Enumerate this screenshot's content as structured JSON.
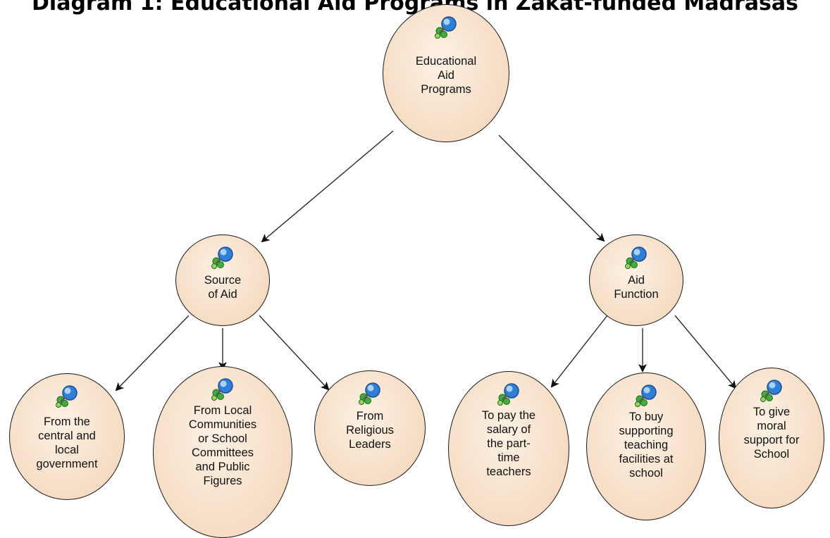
{
  "title": "Diagram 1: Educational Aid Programs in Zakat-funded Madrasas",
  "nodes": {
    "root": {
      "label": "Educational\nAid\nPrograms",
      "icon": "concept-icon"
    },
    "source": {
      "label": "Source\nof Aid",
      "icon": "concept-icon"
    },
    "function": {
      "label": "Aid\nFunction",
      "icon": "concept-icon"
    },
    "government": {
      "label": "From the\ncentral and\nlocal\ngovernment",
      "icon": "concept-icon"
    },
    "communities": {
      "label": "From Local\nCommunities\nor School\nCommittees\nand Public\nFigures",
      "icon": "concept-icon"
    },
    "religious": {
      "label": "From\nReligious\nLeaders",
      "icon": "concept-icon"
    },
    "salary": {
      "label": "To pay the\nsalary of\nthe part-\ntime\nteachers",
      "icon": "concept-icon"
    },
    "facilities": {
      "label": "To buy\nsupporting\nteaching\nfacilities at\nschool",
      "icon": "concept-icon"
    },
    "moral": {
      "label": "To give\nmoral\nsupport for\nSchool",
      "icon": "concept-icon"
    }
  },
  "edges": [
    [
      "root",
      "source"
    ],
    [
      "root",
      "function"
    ],
    [
      "source",
      "government"
    ],
    [
      "source",
      "communities"
    ],
    [
      "source",
      "religious"
    ],
    [
      "function",
      "salary"
    ],
    [
      "function",
      "facilities"
    ],
    [
      "function",
      "moral"
    ]
  ],
  "colors": {
    "node_fill": "#f6dcc3",
    "stroke": "#1a1a1a",
    "icon_blue": "#2f7fd8",
    "icon_green": "#3fae3a"
  }
}
